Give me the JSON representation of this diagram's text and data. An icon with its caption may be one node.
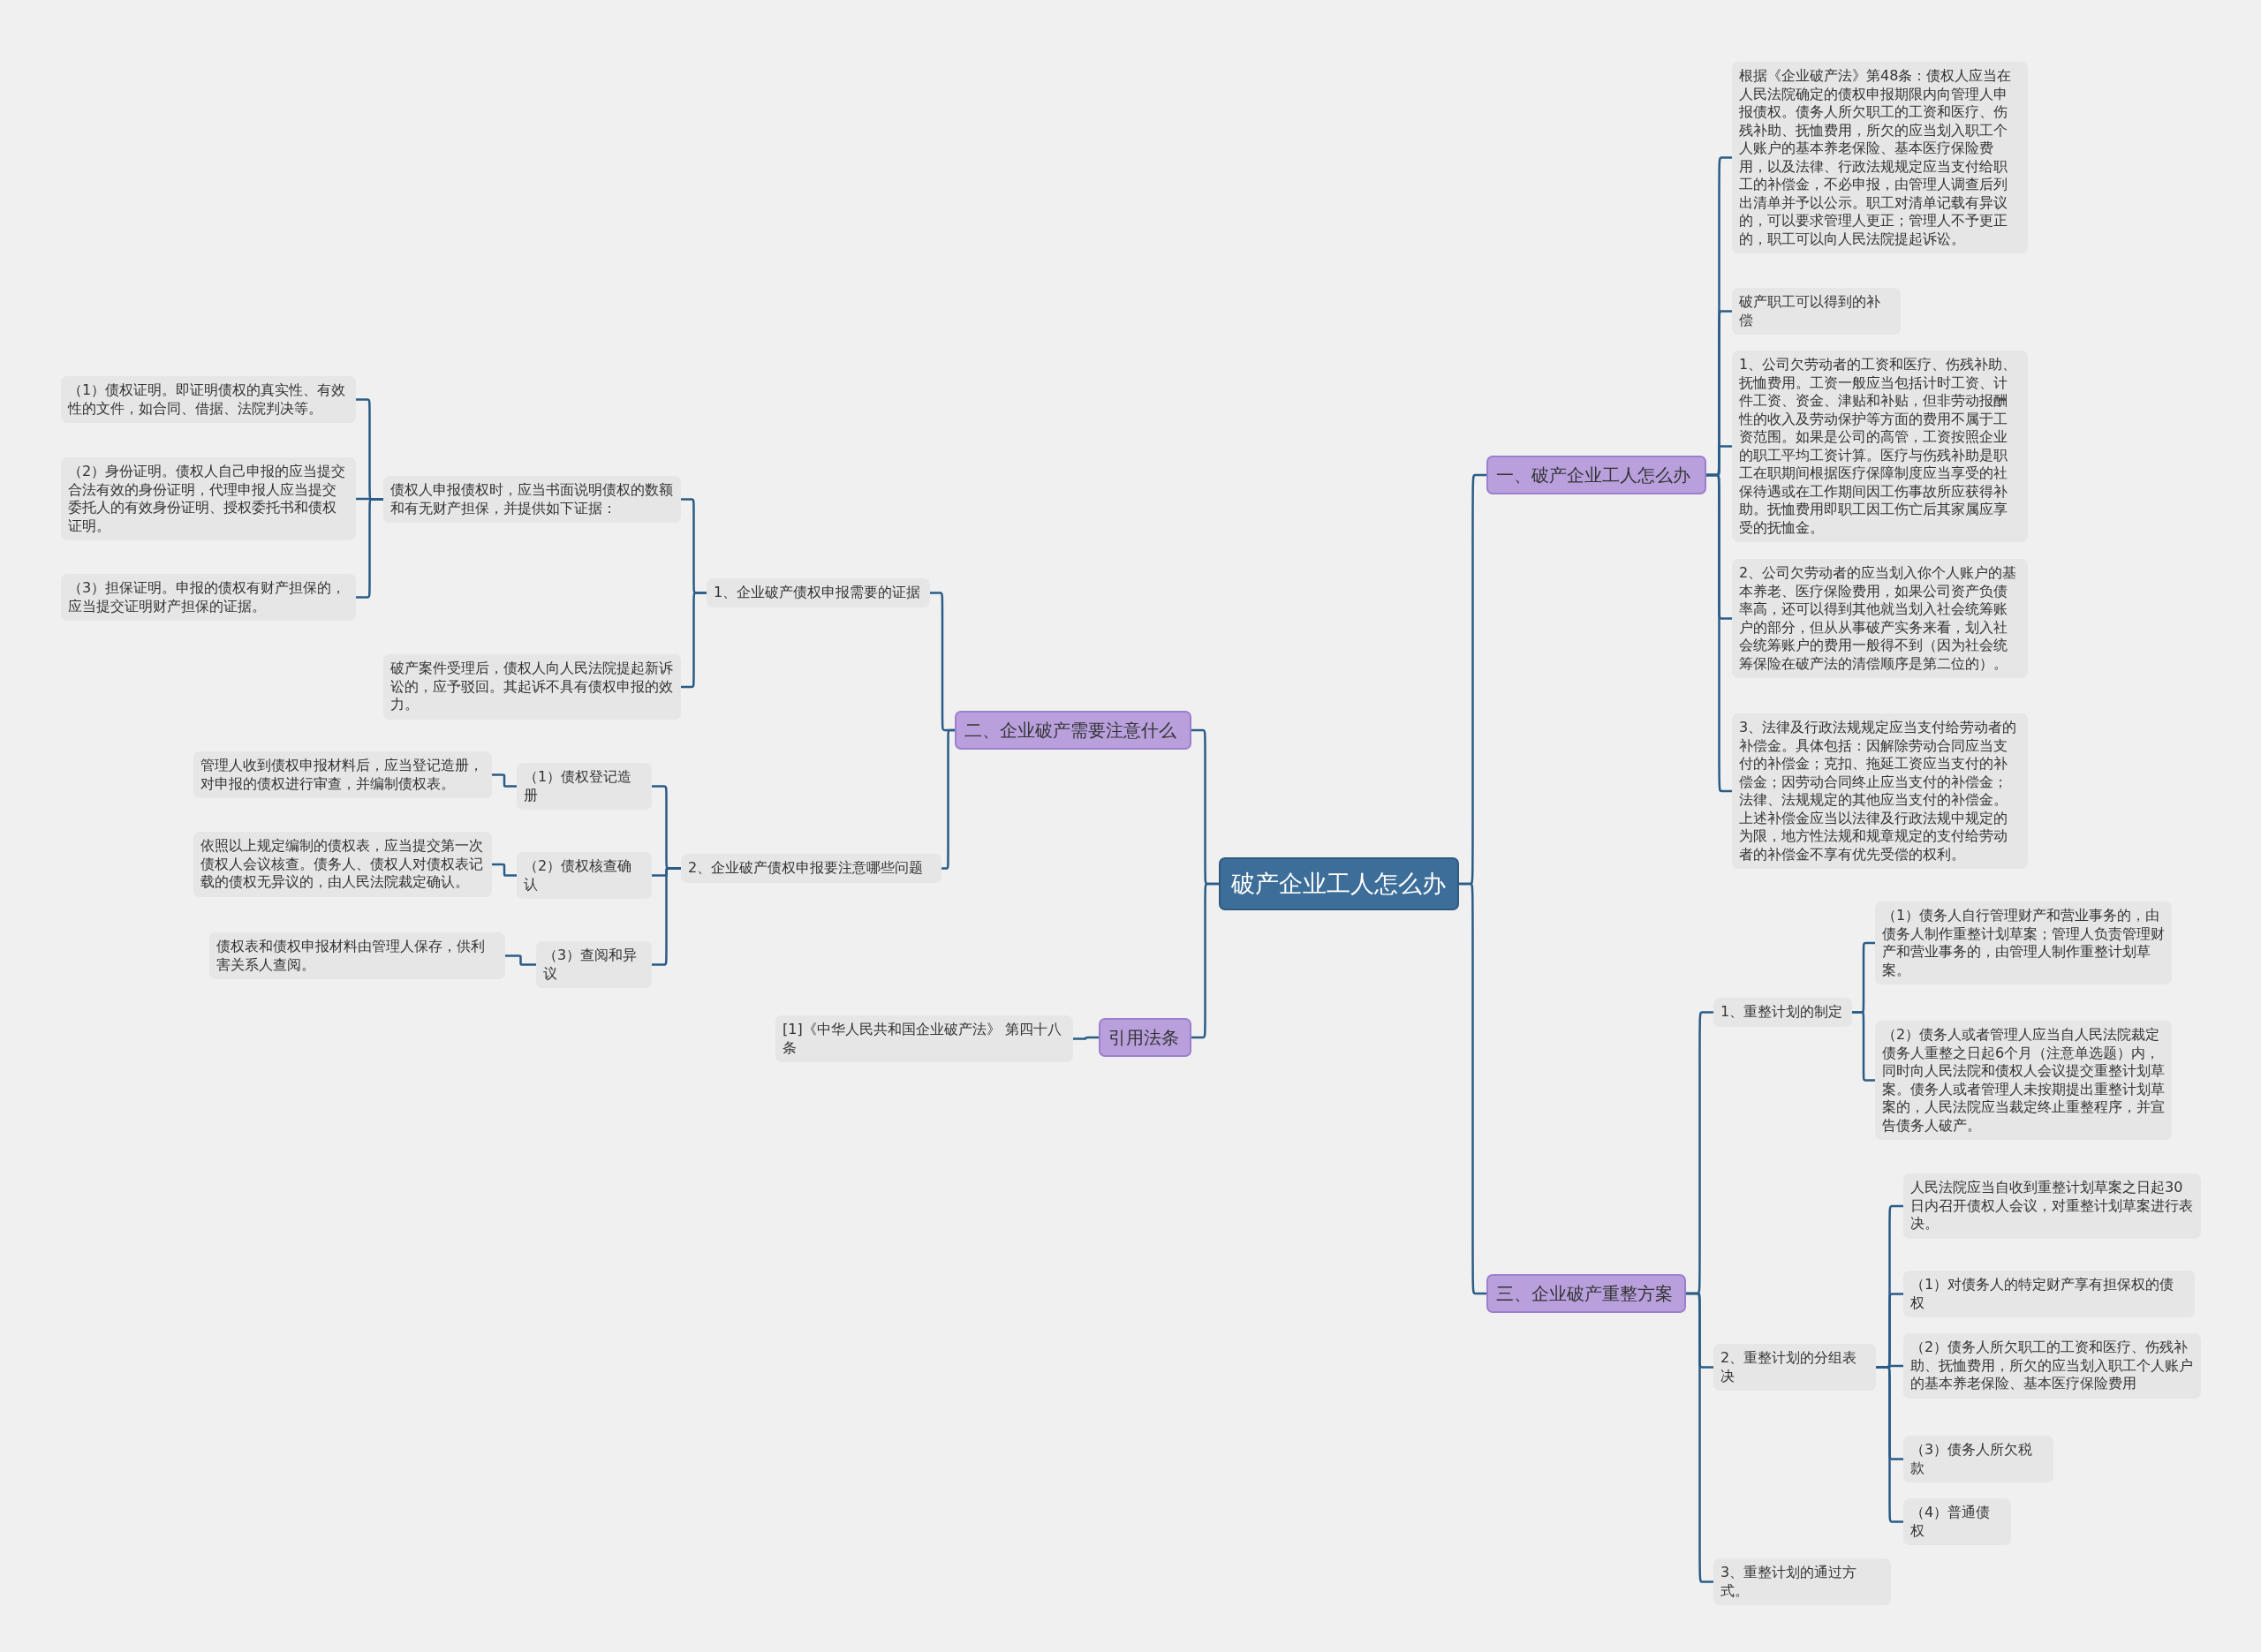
{
  "diagram": {
    "nodes": [
      {
        "text": [
          "破产企业工人怎么办"
        ]
      },
      {
        "text": [
          "一、破产企业工人怎么办"
        ]
      },
      {
        "text": [
          "根据《企业破产法》第48条：债权人应当在人民法院确定的债权申报期限内向管理人申报债权。债务人所欠职工的工资和医疗、伤残补助、抚恤费用，所欠的应当划入职工个人账户的基本养老保险、基本医疗保险费用，以及法律、行政法规规定应当支付给职工的补偿金，不必申报，由管理人调查后列出清单并予以公示。职工对清单记载有异议的，可以要求管理人更正；管理人不予更正的，职工可以向人民法院提起诉讼。"
        ]
      },
      {
        "text": [
          "破产职工可以得到的补偿"
        ]
      },
      {
        "text": [
          "1、公司欠劳动者的工资和医疗、伤残补助、抚恤费用。工资一般应当包括计时工资、计件工资、资金、津贴和补贴，但非劳动报酬性的收入及劳动保护等方面的费用不属于工资范围。如果是公司的高管，工资按照企业的职工平均工资计算。医疗与伤残补助是职工在职期间根据医疗保障制度应当享受的社保待遇或在工作期间因工伤事故所应获得补助。抚恤费用即职工因工伤亡后其家属应享受的抚恤金。"
        ]
      },
      {
        "text": [
          "2、公司欠劳动者的应当划入你个人账户的基本养老、医疗保险费用，如果公司资产负债率高，还可以得到其他就当划入社会统筹账户的部分，但从从事破产实务来看，划入社会统筹账户的费用一般得不到（因为社会统筹保险在破产法的清偿顺序是第二位的）。"
        ]
      },
      {
        "text": [
          "3、法律及行政法规规定应当支付给劳动者的补偿金。具体包括：因解除劳动合同应当支付的补偿金；克扣、拖延工资应当支付的补偿金；因劳动合同终止应当支付的补偿金；法律、法规规定的其他应当支付的补偿金。上述补偿金应当以法律及行政法规中规定的为限，地方性法规和规章规定的支付给劳动者的补偿金不享有优先受偿的权利。"
        ]
      },
      {
        "text": [
          "二、企业破产需要注意什么"
        ]
      },
      {
        "text": [
          "1、企业破产债权申报需要的证据"
        ]
      },
      {
        "text": [
          "债权人申报债权时，应当书面说明债权的数额和有无财产担保，并提供如下证据："
        ]
      },
      {
        "text": [
          "（1）债权证明。即证明债权的真实性、有效性的文件，如合同、借据、法院判决等。"
        ]
      },
      {
        "text": [
          "（2）身份证明。债权人自己申报的应当提交合法有效的身份证明，代理申报人应当提交委托人的有效身份证明、授权委托书和债权证明。"
        ]
      },
      {
        "text": [
          "（3）担保证明。申报的债权有财产担保的，应当提交证明财产担保的证据。"
        ]
      },
      {
        "text": [
          "破产案件受理后，债权人向人民法院提起新诉讼的，应予驳回。其起诉不具有债权申报的效力。"
        ]
      },
      {
        "text": [
          "2、企业破产债权申报要注意哪些问题"
        ]
      },
      {
        "text": [
          "（1）债权登记造册"
        ]
      },
      {
        "text": [
          "管理人收到债权申报材料后，应当登记造册，对申报的债权进行审查，并编制债权表。"
        ]
      },
      {
        "text": [
          "（2）债权核查确认"
        ]
      },
      {
        "text": [
          "依照以上规定编制的债权表，应当提交第一次债权人会议核查。债务人、债权人对债权表记载的债权无异议的，由人民法院裁定确认。"
        ]
      },
      {
        "text": [
          "（3）查阅和异议"
        ]
      },
      {
        "text": [
          "债权表和债权申报材料由管理人保存，供利害关系人查阅。"
        ]
      },
      {
        "text": [
          "引用法条"
        ]
      },
      {
        "text": [
          "[1]《中华人民共和国企业破产法》 第四十八条"
        ]
      },
      {
        "text": [
          "三、企业破产重整方案"
        ]
      },
      {
        "text": [
          "1、重整计划的制定"
        ]
      },
      {
        "text": [
          "（1）债务人自行管理财产和营业事务的，由债务人制作重整计划草案；管理人负责管理财产和营业事务的，由管理人制作重整计划草案。"
        ]
      },
      {
        "text": [
          "（2）债务人或者管理人应当自人民法院裁定债务人重整之日起6个月（注意单选题）内，同时向人民法院和债权人会议提交重整计划草案。债务人或者管理人未按期提出重整计划草案的，人民法院应当裁定终止重整程序，并宣告债务人破产。"
        ]
      },
      {
        "text": [
          "2、重整计划的分组表决"
        ]
      },
      {
        "text": [
          "人民法院应当自收到重整计划草案之日起30日内召开债权人会议，对重整计划草案进行表决。"
        ]
      },
      {
        "text": [
          "（1）对债务人的特定财产享有担保权的债权"
        ]
      },
      {
        "text": [
          "（2）债务人所欠职工的工资和医疗、伤残补助、抚恤费用，所欠的应当划入职工个人账户的基本养老保险、基本医疗保险费用"
        ]
      },
      {
        "text": [
          "（3）债务人所欠税款"
        ]
      },
      {
        "text": [
          "（4）普通债权"
        ]
      },
      {
        "text": [
          "3、重整计划的通过方式。"
        ]
      }
    ],
    "edges": [
      {
        "from": 0,
        "to": 1,
        "arrow": "none"
      },
      {
        "from": 1,
        "to": 2,
        "arrow": "none"
      },
      {
        "from": 1,
        "to": 3,
        "arrow": "none"
      },
      {
        "from": 1,
        "to": 4,
        "arrow": "none"
      },
      {
        "from": 1,
        "to": 5,
        "arrow": "none"
      },
      {
        "from": 1,
        "to": 6,
        "arrow": "none"
      },
      {
        "from": 0,
        "to": 7,
        "arrow": "none"
      },
      {
        "from": 7,
        "to": 8,
        "arrow": "none"
      },
      {
        "from": 8,
        "to": 9,
        "arrow": "none"
      },
      {
        "from": 9,
        "to": 10,
        "arrow": "none"
      },
      {
        "from": 9,
        "to": 11,
        "arrow": "none"
      },
      {
        "from": 9,
        "to": 12,
        "arrow": "none"
      },
      {
        "from": 8,
        "to": 13,
        "arrow": "none"
      },
      {
        "from": 7,
        "to": 14,
        "arrow": "none"
      },
      {
        "from": 14,
        "to": 15,
        "arrow": "none"
      },
      {
        "from": 15,
        "to": 16,
        "arrow": "none"
      },
      {
        "from": 14,
        "to": 17,
        "arrow": "none"
      },
      {
        "from": 17,
        "to": 18,
        "arrow": "none"
      },
      {
        "from": 14,
        "to": 19,
        "arrow": "none"
      },
      {
        "from": 19,
        "to": 20,
        "arrow": "none"
      },
      {
        "from": 0,
        "to": 21,
        "arrow": "none"
      },
      {
        "from": 21,
        "to": 22,
        "arrow": "none"
      },
      {
        "from": 0,
        "to": 23,
        "arrow": "none"
      },
      {
        "from": 23,
        "to": 24,
        "arrow": "none"
      },
      {
        "from": 24,
        "to": 25,
        "arrow": "none"
      },
      {
        "from": 24,
        "to": 26,
        "arrow": "none"
      },
      {
        "from": 23,
        "to": 27,
        "arrow": "none"
      },
      {
        "from": 27,
        "to": 28,
        "arrow": "none"
      },
      {
        "from": 27,
        "to": 29,
        "arrow": "none"
      },
      {
        "from": 27,
        "to": 30,
        "arrow": "none"
      },
      {
        "from": 27,
        "to": 31,
        "arrow": "none"
      },
      {
        "from": 27,
        "to": 32,
        "arrow": "none"
      },
      {
        "from": 23,
        "to": 33,
        "arrow": "none"
      }
    ]
  }
}
